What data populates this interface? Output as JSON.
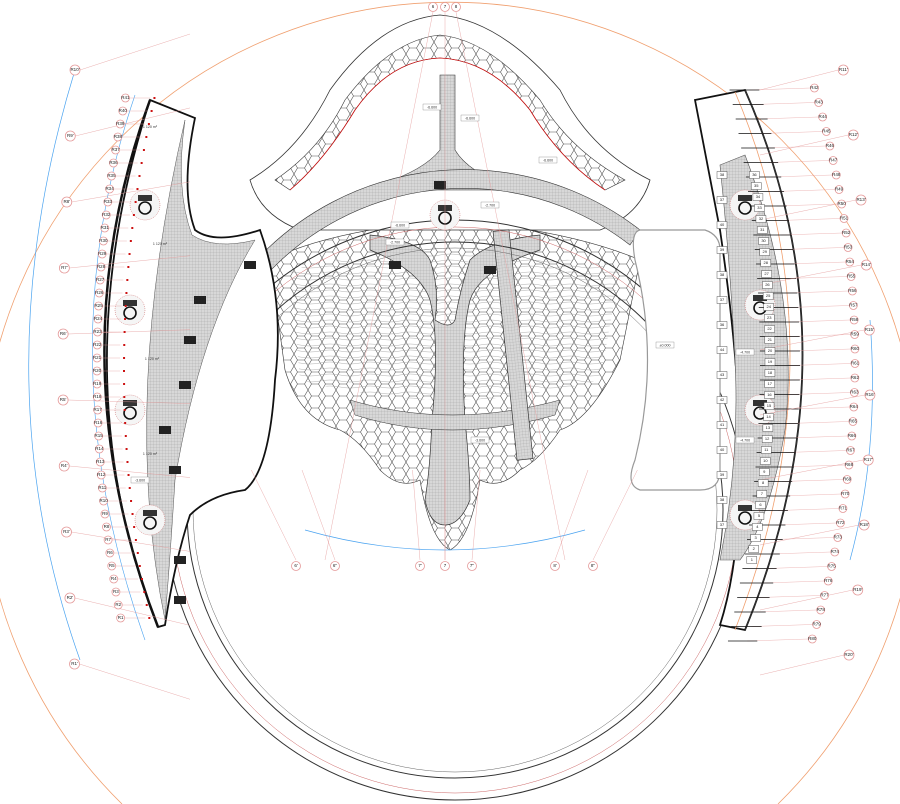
{
  "drawing": {
    "top_axes": [
      "6",
      "7",
      "8"
    ],
    "bottom_axes": [
      "6'",
      "6''",
      "7'",
      "7",
      "7''",
      "8'",
      "8''"
    ],
    "left_radial_axes": [
      "R10'",
      "R9'",
      "R8'",
      "R7'",
      "R6'",
      "R5'",
      "R4'",
      "R3'",
      "R2'",
      "R1'"
    ],
    "left_row_labels": [
      "R41",
      "R40",
      "R39",
      "R38",
      "R37",
      "R36",
      "R35",
      "R34",
      "R33",
      "R32",
      "R31",
      "R30",
      "R29",
      "R28",
      "R27",
      "R26",
      "R25",
      "R24",
      "R23",
      "R22",
      "R21",
      "R20",
      "R19",
      "R18",
      "R17",
      "R16",
      "R15",
      "R14",
      "R13",
      "R12",
      "R11",
      "R10",
      "R9",
      "R8",
      "R7",
      "R6",
      "R5",
      "R4",
      "R3",
      "R2",
      "R1"
    ],
    "right_radial_axes": [
      "R11'",
      "R12'",
      "R13'",
      "R14'",
      "R15'",
      "R16'",
      "R17'",
      "R18'",
      "R19'",
      "R20'"
    ],
    "right_row_labels": [
      "R42",
      "R43",
      "R44",
      "R45",
      "R46",
      "R47",
      "R48",
      "R49",
      "R50",
      "R51",
      "R52",
      "R53",
      "R54",
      "R55",
      "R56",
      "R57",
      "R58",
      "R59",
      "R60",
      "R61",
      "R62",
      "R63",
      "R64",
      "R65",
      "R66",
      "R67",
      "R68",
      "R69",
      "R70",
      "R71",
      "R72",
      "R73",
      "R74",
      "R75",
      "R76",
      "R77",
      "R78",
      "R79",
      "R80"
    ],
    "right_cells": [
      "36",
      "35",
      "34",
      "33",
      "32",
      "31",
      "30",
      "29",
      "28",
      "27",
      "26",
      "25",
      "24",
      "23",
      "22",
      "21",
      "20",
      "19",
      "18",
      "17",
      "16",
      "15",
      "14",
      "13",
      "12",
      "11",
      "10",
      "9",
      "8",
      "7",
      "6",
      "5",
      "4",
      "3",
      "2",
      "1"
    ],
    "left_cells": [
      "38",
      "37",
      "40",
      "39",
      "38",
      "37",
      "36",
      "44",
      "43",
      "42",
      "41",
      "40",
      "39",
      "38",
      "37"
    ],
    "area_labels": [
      "1 120 m²",
      "1 120 m²",
      "1 120 m²",
      "1 120 m²"
    ],
    "level_marks": [
      "-6.600",
      "-6.600",
      "-6.600",
      "-6.600",
      "-2.700",
      "-2.700",
      "±0.000",
      "-4.700",
      "-4.700",
      "-3.600",
      "-3.600"
    ],
    "colors": {
      "axis": "#e59a9a",
      "dimension": "#4aa3f0",
      "orange_arc": "#f0a070",
      "hatch": "#bdbdbd",
      "wall": "#111111",
      "accent_red": "#cc1111"
    }
  }
}
